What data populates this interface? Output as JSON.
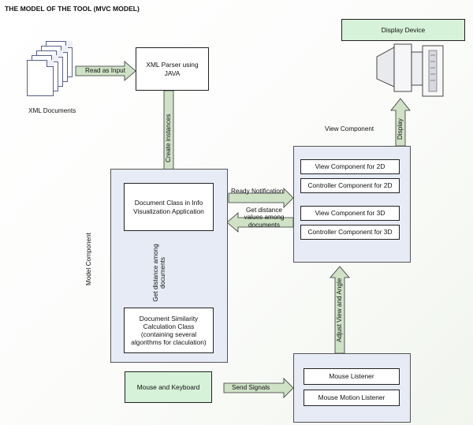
{
  "title": "THE MODEL OF THE TOOL (MVC MODEL)",
  "nodes": {
    "xml_documents": "XML Documents",
    "xml_parser": "XML Parser using JAVA",
    "display_device": "Display Device",
    "view_component_label": "View Component",
    "model_component_label": "Model Component",
    "document_class": "Document Class in Info Visualization Application",
    "similarity_class": "Document Similarity Calculation Class (containing several algorithms for claculation)",
    "view_2d": "View Component for 2D",
    "controller_2d": "Controller Component for 2D",
    "view_3d": "View Component for 3D",
    "controller_3d": "Controller Component for 3D",
    "mouse_keyboard": "Mouse and Keyboard",
    "mouse_listener": "Mouse Listener",
    "mouse_motion_listener": "Mouse Motion Listener"
  },
  "edges": {
    "read_as_input": "Read as Input",
    "create_instances": "Create instances",
    "display": "Display",
    "ready_notification": "Ready Notification",
    "get_distance_values": "Get distance values among documents",
    "get_distance_among": "Get distance among documents",
    "adjust_view": "Adjust View and Angle",
    "send_signals": "Send Signals"
  }
}
